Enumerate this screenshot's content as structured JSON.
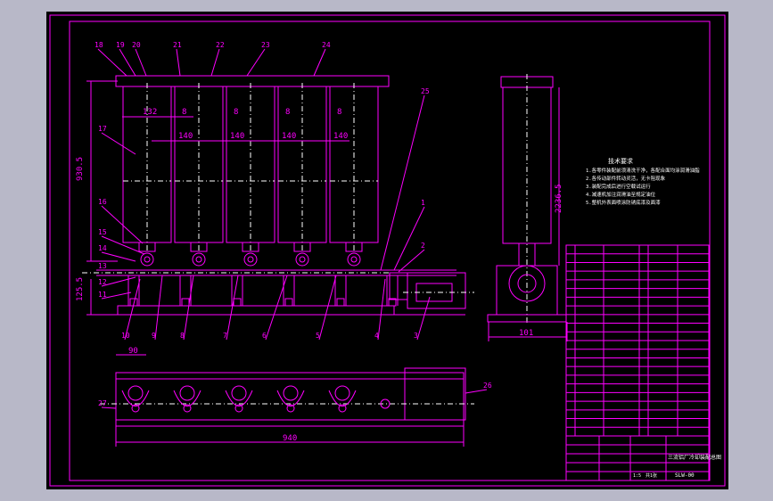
{
  "drawing": {
    "balloons_top": [
      "18",
      "19",
      "20",
      "21",
      "22",
      "23",
      "24"
    ],
    "balloons_left": [
      "17",
      "16",
      "15",
      "14",
      "13",
      "12",
      "11"
    ],
    "balloons_bottom": [
      "10",
      "9",
      "8",
      "7",
      "6",
      "5",
      "4",
      "3"
    ],
    "balloons_right": [
      "25",
      "1",
      "2"
    ],
    "balloon_base_left": "27",
    "balloon_base_right": "26",
    "dims": {
      "top_left": "132",
      "top_gaps": [
        "8",
        "8",
        "8",
        "8"
      ],
      "pitches": [
        "140",
        "140",
        "140",
        "140"
      ],
      "height": "930.5",
      "shaft_height": "125.5",
      "side_height": "2236.5",
      "side_width": "101",
      "base_offset": "90",
      "base_length": "940"
    }
  },
  "notes": {
    "title": "技术要求",
    "lines": [
      "1.各零件装配前须清洗干净，各配合面均涂润滑油脂",
      "2.各传动部件转动灵活，无卡阻现象",
      "3.装配完成后进行空载试运行",
      "4.减速机加注润滑油至规定油位",
      "5.整机外表面喷涂防锈底漆及面漆"
    ]
  },
  "title_block": {
    "drawing_name": "三流铝厂冷却装配总图",
    "drawing_no": "SLW-00",
    "ratio": "1:5",
    "sheet": "共1张"
  },
  "bom_rows": 22
}
